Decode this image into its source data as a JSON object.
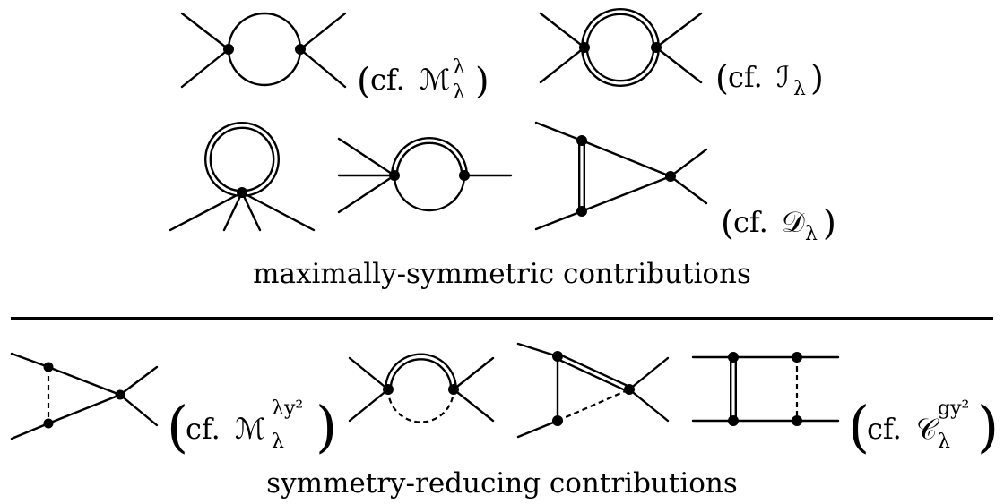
{
  "labels": {
    "m_lambda": {
      "prefix": "cf.",
      "symbol": "ℳ",
      "sup": "λ",
      "sub": "λ"
    },
    "i_lambda": {
      "prefix": "cf.",
      "symbol": "ℐ",
      "sub": "λ"
    },
    "d_lambda": {
      "prefix": "cf.",
      "symbol": "𝒟",
      "sub": "λ"
    },
    "m_lambda_y2": {
      "prefix": "cf.",
      "symbol": "ℳ",
      "sup": "λy²",
      "sub": "λ"
    },
    "c_lambda_gy2": {
      "prefix": "cf.",
      "symbol": "𝒞",
      "sup": "gy²",
      "sub": "λ"
    }
  },
  "captions": {
    "top": "maximally-symmetric contributions",
    "bottom": "symmetry-reducing contributions"
  }
}
